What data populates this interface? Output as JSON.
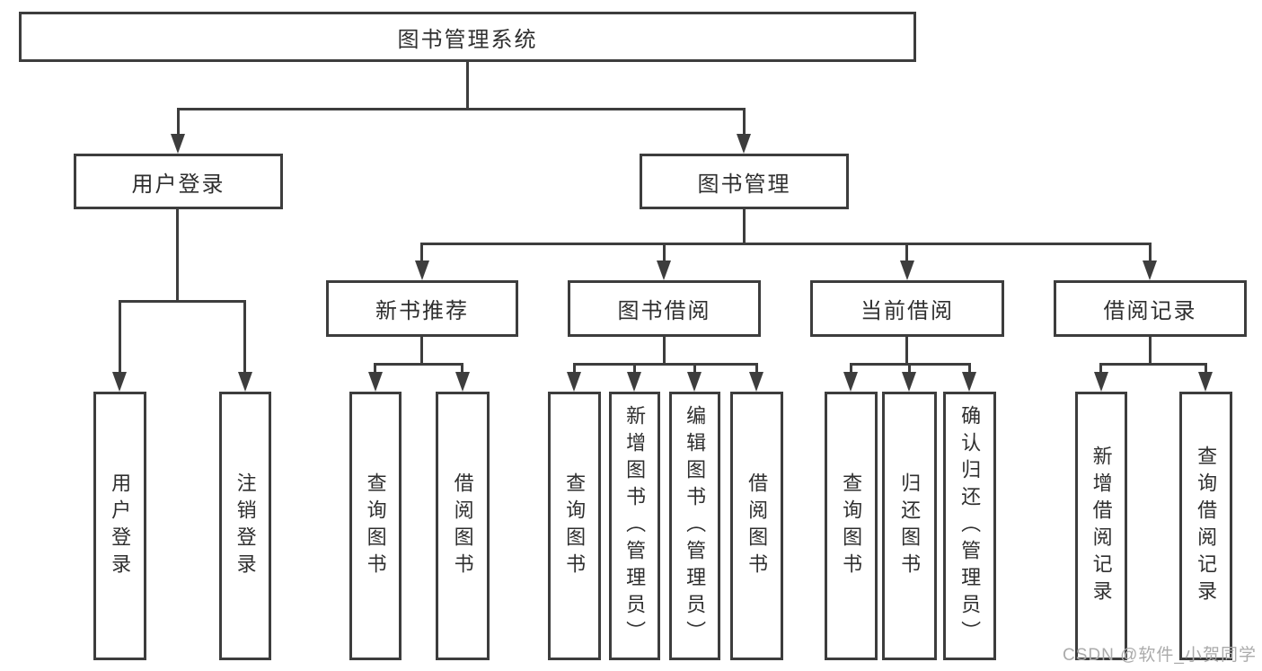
{
  "diagram": {
    "title": "图书管理系统",
    "colors": {
      "background": "#ffffff",
      "line": "#3d3d3d",
      "text": "#2f2f2f",
      "watermark": "#ababab"
    },
    "nodes": {
      "root": "图书管理系统",
      "user_login": "用户登录",
      "book_mgmt": "图书管理",
      "new_rec": "新书推荐",
      "borrowing": "图书借阅",
      "current": "当前借阅",
      "records": "借阅记录",
      "leaf_user_login": "用户登录",
      "leaf_logout": "注销登录",
      "leaf_nr_query": "查询图书",
      "leaf_nr_borrow": "借阅图书",
      "leaf_bw_query": "查询图书",
      "leaf_bw_add": "新增图书（管理员）",
      "leaf_bw_edit": "编辑图书（管理员）",
      "leaf_bw_borrow": "借阅图书",
      "leaf_cur_query": "查询图书",
      "leaf_cur_return": "归还图书",
      "leaf_cur_confirm": "确认归还（管理员）",
      "leaf_rec_add": "新增借阅记录",
      "leaf_rec_query": "查询借阅记录"
    },
    "watermark": "CSDN @软件_小贺同学"
  }
}
